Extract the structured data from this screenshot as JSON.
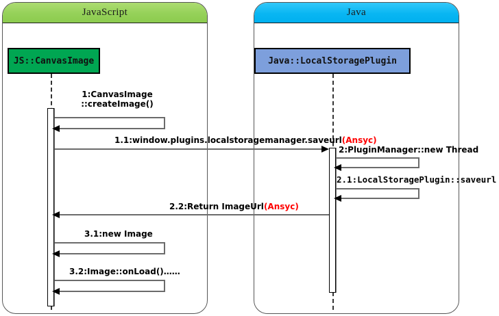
{
  "diagram": {
    "title": "Sequence diagram: JavaScript CanvasImage to Java LocalStoragePlugin",
    "type": "sequence-diagram"
  },
  "panels": [
    {
      "id": "javascript",
      "title": "JavaScript",
      "header_color": "#95d159"
    },
    {
      "id": "java",
      "title": "Java",
      "header_color": "#00b0ef"
    }
  ],
  "actors": [
    {
      "id": "js-canvasimage",
      "label": "JS::CanvasImage",
      "color": "#00a652"
    },
    {
      "id": "java-localstorageplugin",
      "label": "Java::LocalStoragePlugin",
      "color": "#7d9fdc"
    }
  ],
  "messages": [
    {
      "id": "m1",
      "number": "1:",
      "line1": "1:CanvasImage",
      "line2": "::createImage()",
      "kind": "self-call",
      "lifeline": "js-canvasimage"
    },
    {
      "id": "m1_1",
      "text": "1.1:window.plugins.localstoragemanager.saveurl",
      "async_tag": "(Ansyc)",
      "kind": "call",
      "from": "js-canvasimage",
      "to": "java-localstorageplugin"
    },
    {
      "id": "m2",
      "text": "2:PluginManager::new Thread",
      "kind": "self-call",
      "lifeline": "java-localstorageplugin"
    },
    {
      "id": "m2_1",
      "text": "2.1:LocalStoragePlugin::saveurl",
      "kind": "self-call",
      "lifeline": "java-localstorageplugin"
    },
    {
      "id": "m2_2",
      "text": "2.2:Return ImageUrl",
      "async_tag": "(Ansyc)",
      "kind": "return",
      "from": "java-localstorageplugin",
      "to": "js-canvasimage"
    },
    {
      "id": "m3_1",
      "text": "3.1:new Image",
      "kind": "self-call",
      "lifeline": "js-canvasimage"
    },
    {
      "id": "m3_2",
      "text": "3.2:Image::onLoad()……",
      "kind": "self-call",
      "lifeline": "js-canvasimage"
    }
  ],
  "colors": {
    "async_text": "#ff0000",
    "message_line": "#6b6b6b",
    "lifeline": "#333333"
  }
}
